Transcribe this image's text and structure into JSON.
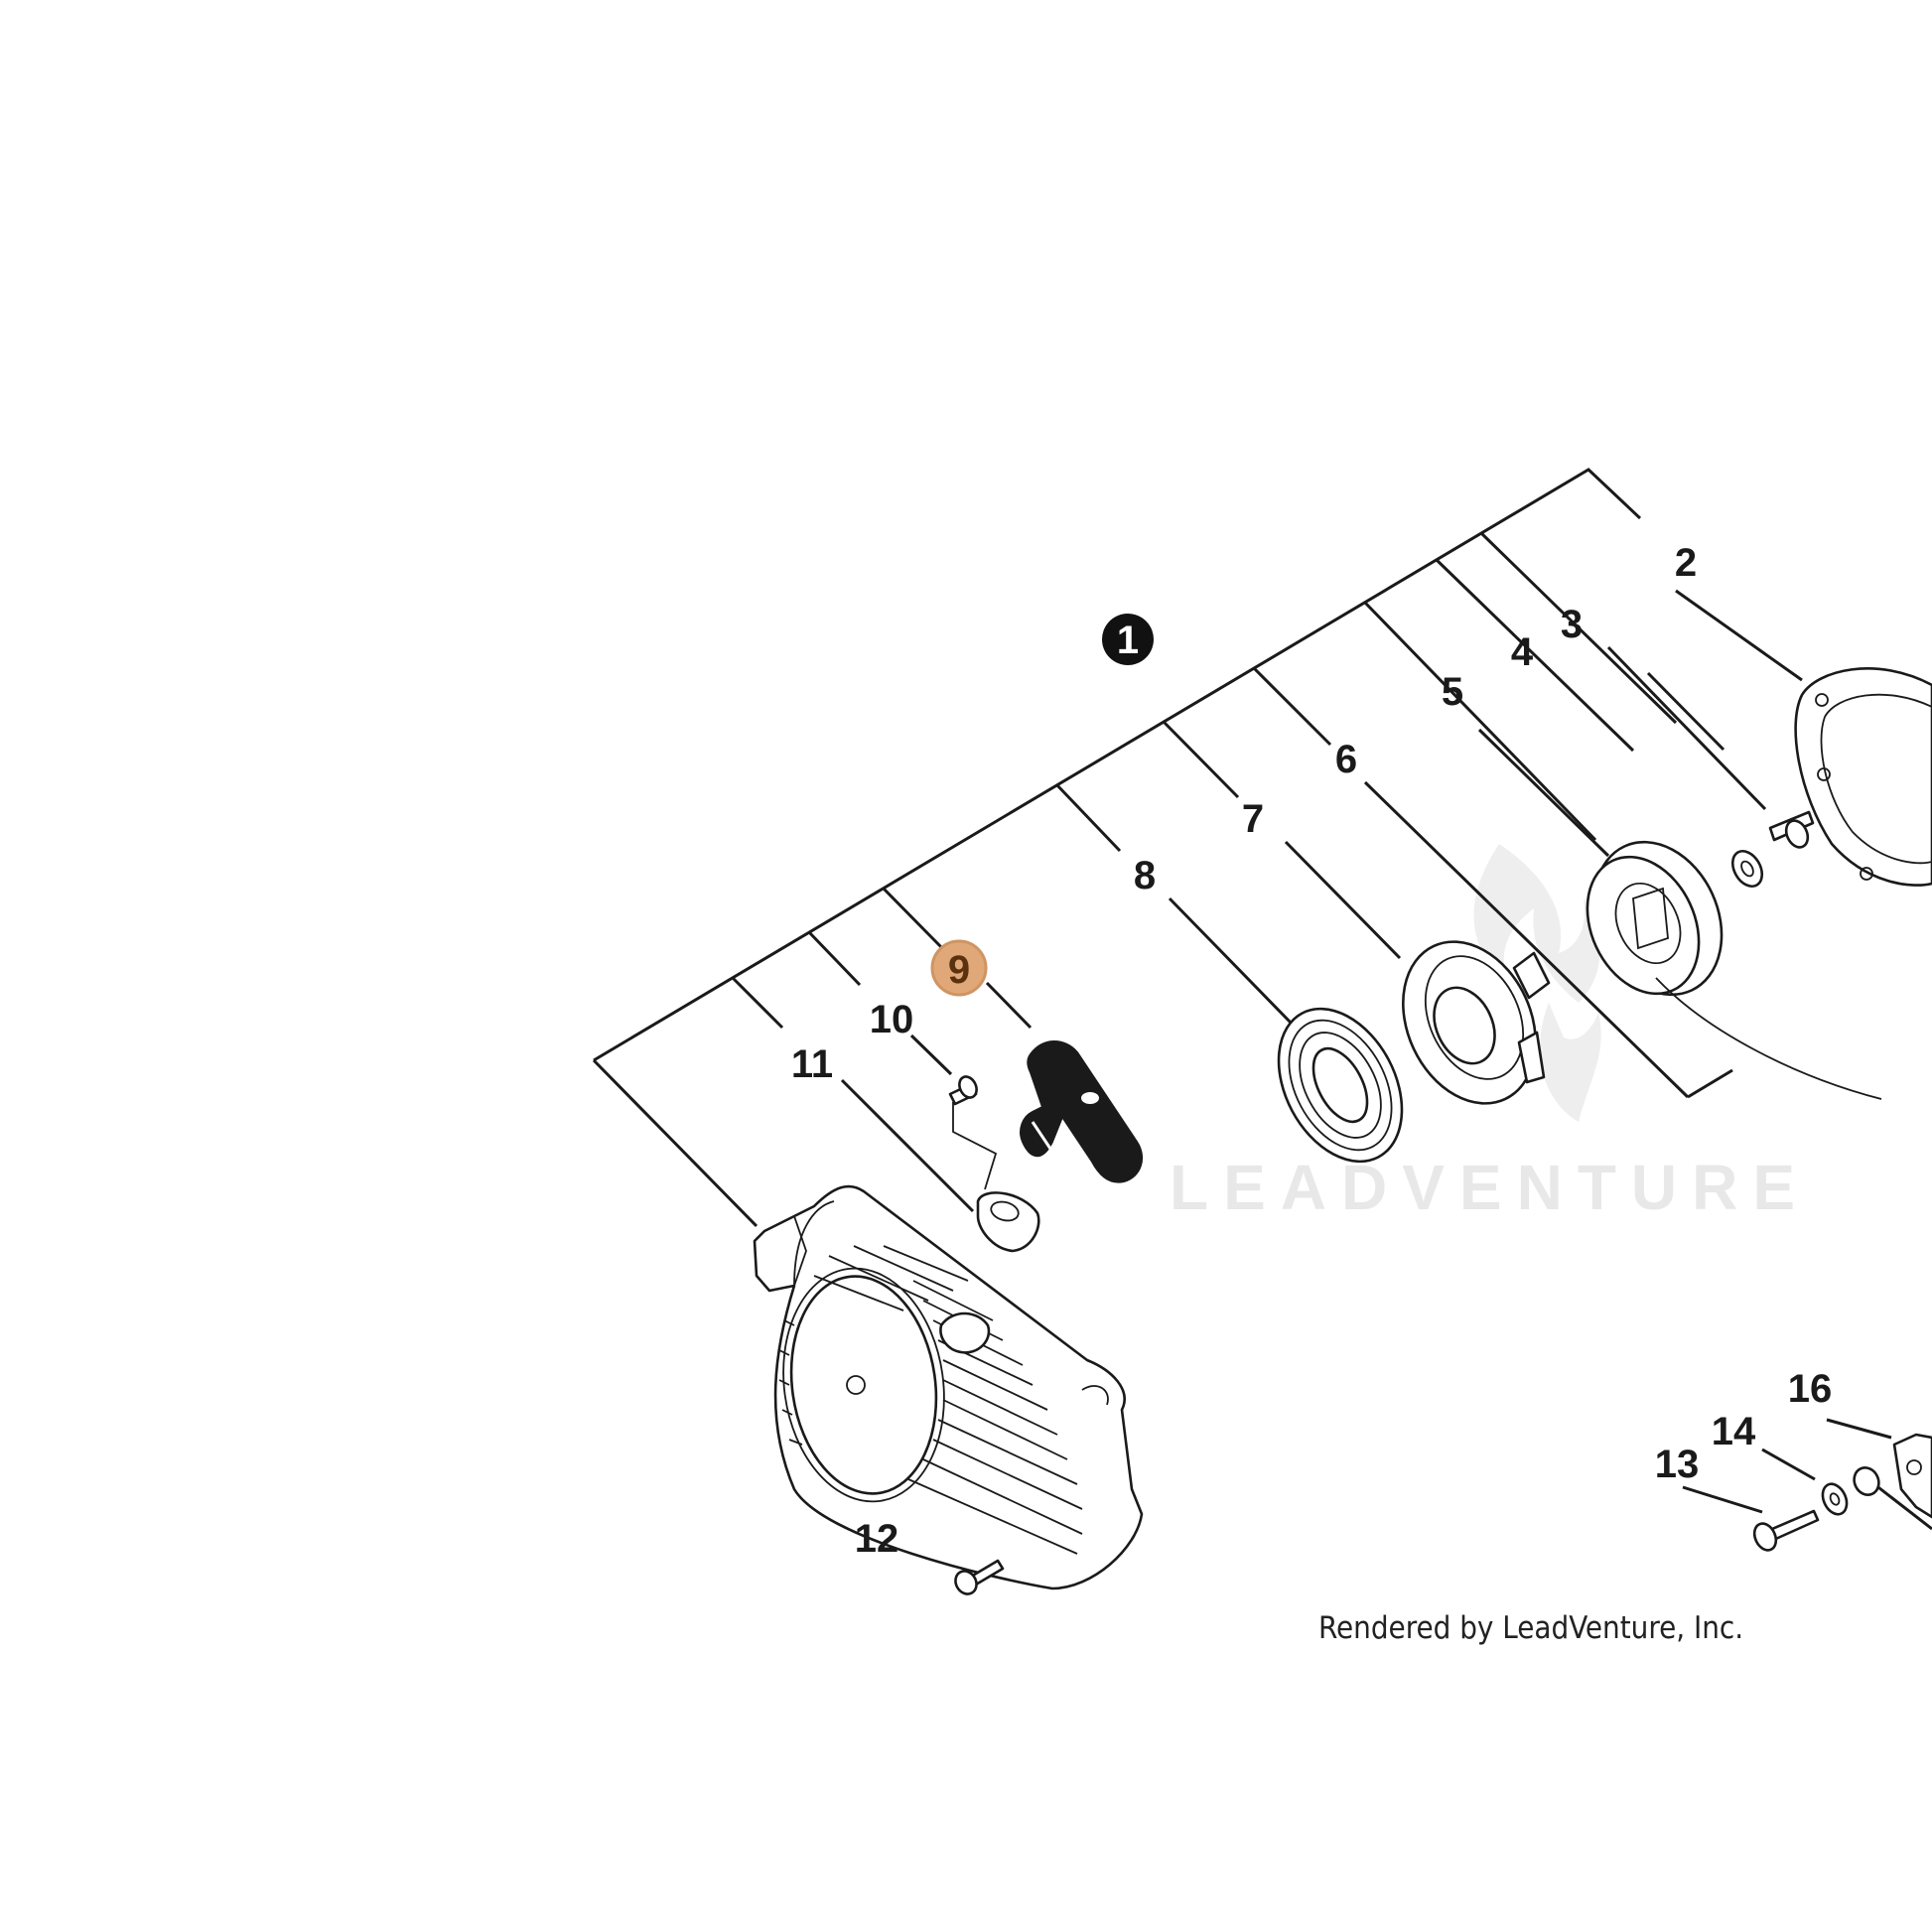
{
  "callouts": [
    {
      "label": "1",
      "style": "filled-circle"
    },
    {
      "label": "2"
    },
    {
      "label": "3"
    },
    {
      "label": "4"
    },
    {
      "label": "5"
    },
    {
      "label": "6"
    },
    {
      "label": "7"
    },
    {
      "label": "8"
    },
    {
      "label": "9",
      "style": "highlighted",
      "highlight_color": "#e0a878"
    },
    {
      "label": "10"
    },
    {
      "label": "11"
    },
    {
      "label": "12"
    },
    {
      "label": "13"
    },
    {
      "label": "14"
    },
    {
      "label": "16"
    }
  ],
  "watermark": "LEADVENTURE",
  "credit": "Rendered by LeadVenture, Inc.",
  "colors": {
    "line": "#1a1a1a",
    "highlight": "#e0a878",
    "watermark": "#e8e8e8"
  }
}
